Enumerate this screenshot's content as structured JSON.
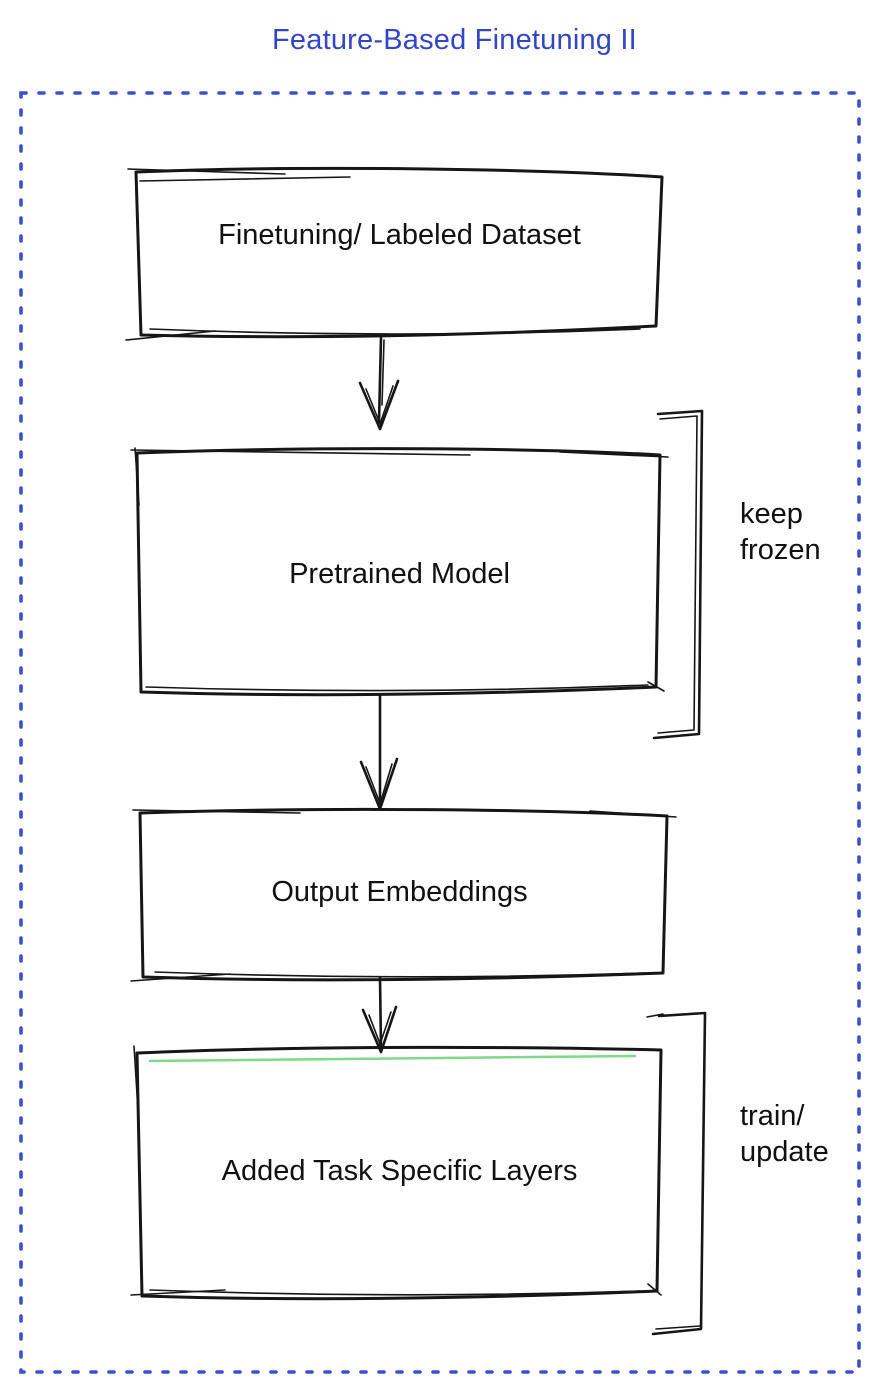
{
  "title": {
    "text": "Feature-Based Finetuning II",
    "color": "#3545c9"
  },
  "frame": {
    "border_color": "#3b51cb",
    "style": "dotted"
  },
  "flow": {
    "dataset_box": {
      "label": "Finetuning/ Labeled Dataset",
      "fill": "#8a8f98"
    },
    "pretrained_box": {
      "label": "Pretrained Model",
      "fill": "#4d70e8"
    },
    "embeddings_box": {
      "label": "Output Embeddings",
      "fill": "#8a8f98"
    },
    "task_layers_box": {
      "label": "Added Task Specific Layers",
      "fill": "#42bc57"
    }
  },
  "annotations": {
    "keep_frozen": {
      "line1": "keep",
      "line2": "frozen"
    },
    "train_update": {
      "line1": "train/",
      "line2": "update"
    }
  },
  "colors": {
    "ink": "#161616",
    "text": "#111111",
    "background": "#ffffff",
    "task_layers_highlight": "#7fd98a"
  }
}
